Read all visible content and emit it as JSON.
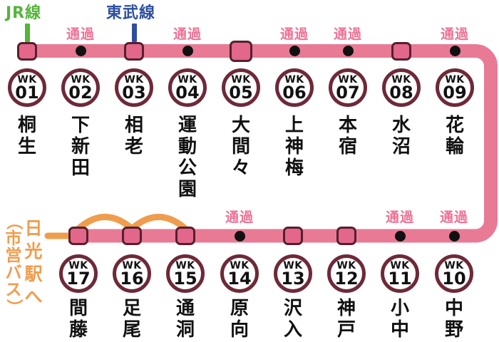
{
  "labels": {
    "jr_line": "JR線",
    "tobu_line": "東武線",
    "bus_destination_line1": "日光駅へ",
    "bus_destination_line2": "（市営バス）",
    "pass": "通過"
  },
  "colors": {
    "background": "#ffffff",
    "rail_line": "#e87a95",
    "station_marker_fill": "#e3678a",
    "station_marker_border": "#581f2e",
    "badge_ring": "#6e2938",
    "dark_text": "#111111",
    "pass_label": "#ee7295",
    "bus_route": "#ef9d4d",
    "jr_accent": "#55b43a",
    "tobu_accent": "#2d4f9f"
  },
  "rows": {
    "top": {
      "stations": [
        {
          "code": "WK",
          "number": "01",
          "name": "桐生",
          "stop": true,
          "major": false
        },
        {
          "code": "WK",
          "number": "02",
          "name": "下新田",
          "stop": false
        },
        {
          "code": "WK",
          "number": "03",
          "name": "相老",
          "stop": true,
          "major": false
        },
        {
          "code": "WK",
          "number": "04",
          "name": "運動公園",
          "stop": false
        },
        {
          "code": "WK",
          "number": "05",
          "name": "大間々",
          "stop": true,
          "major": true
        },
        {
          "code": "WK",
          "number": "06",
          "name": "上神梅",
          "stop": false
        },
        {
          "code": "WK",
          "number": "07",
          "name": "本宿",
          "stop": false
        },
        {
          "code": "WK",
          "number": "08",
          "name": "水沼",
          "stop": true,
          "major": false
        },
        {
          "code": "WK",
          "number": "09",
          "name": "花輪",
          "stop": false
        }
      ]
    },
    "bottom": {
      "stations": [
        {
          "code": "WK",
          "number": "17",
          "name": "間藤",
          "stop": true,
          "major": false
        },
        {
          "code": "WK",
          "number": "16",
          "name": "足尾",
          "stop": true,
          "major": false
        },
        {
          "code": "WK",
          "number": "15",
          "name": "通洞",
          "stop": true,
          "major": false
        },
        {
          "code": "WK",
          "number": "14",
          "name": "原向",
          "stop": false
        },
        {
          "code": "WK",
          "number": "13",
          "name": "沢入",
          "stop": true,
          "major": false
        },
        {
          "code": "WK",
          "number": "12",
          "name": "神戸",
          "stop": true,
          "major": false
        },
        {
          "code": "WK",
          "number": "11",
          "name": "小中",
          "stop": false
        },
        {
          "code": "WK",
          "number": "10",
          "name": "中野",
          "stop": false
        }
      ]
    }
  }
}
